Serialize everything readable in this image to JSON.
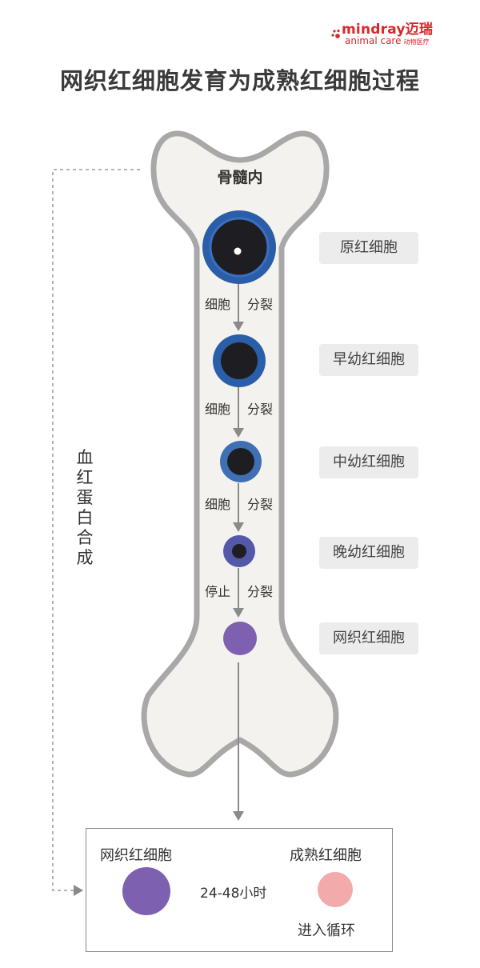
{
  "logo": {
    "brand": "mindray迈瑞",
    "sub": "animal care",
    "sub_cn": "动物医疗"
  },
  "title": "网织红细胞发育为成熟红细胞过程",
  "marrow_label": "骨髓内",
  "side_label": "血红蛋白合成",
  "stages": [
    {
      "label": "原红细胞"
    },
    {
      "label": "早幼红细胞"
    },
    {
      "label": "中幼红细胞"
    },
    {
      "label": "晚幼红细胞"
    },
    {
      "label": "网织红细胞"
    }
  ],
  "transitions": [
    {
      "left": "细胞",
      "right": "分裂"
    },
    {
      "left": "细胞",
      "right": "分裂"
    },
    {
      "left": "细胞",
      "right": "分裂"
    },
    {
      "left": "停止",
      "right": "分裂"
    }
  ],
  "circulation": {
    "from_label": "网织红细胞",
    "to_label": "成熟红细胞",
    "duration": "24-48小时",
    "note": "进入循环"
  },
  "colors": {
    "nucleus": "#1e1e22",
    "ring_dark_blue": "#2a5ea8",
    "ring_mid_blue": "#3f6fb4",
    "ring_purple_blue": "#5358a8",
    "reticulocyte": "#7d60b0",
    "mature_rbc": "#f2aaaa",
    "bone_fill": "#f4f2ee",
    "bone_stroke": "#a8a8a8",
    "brand_red": "#d9262a"
  }
}
